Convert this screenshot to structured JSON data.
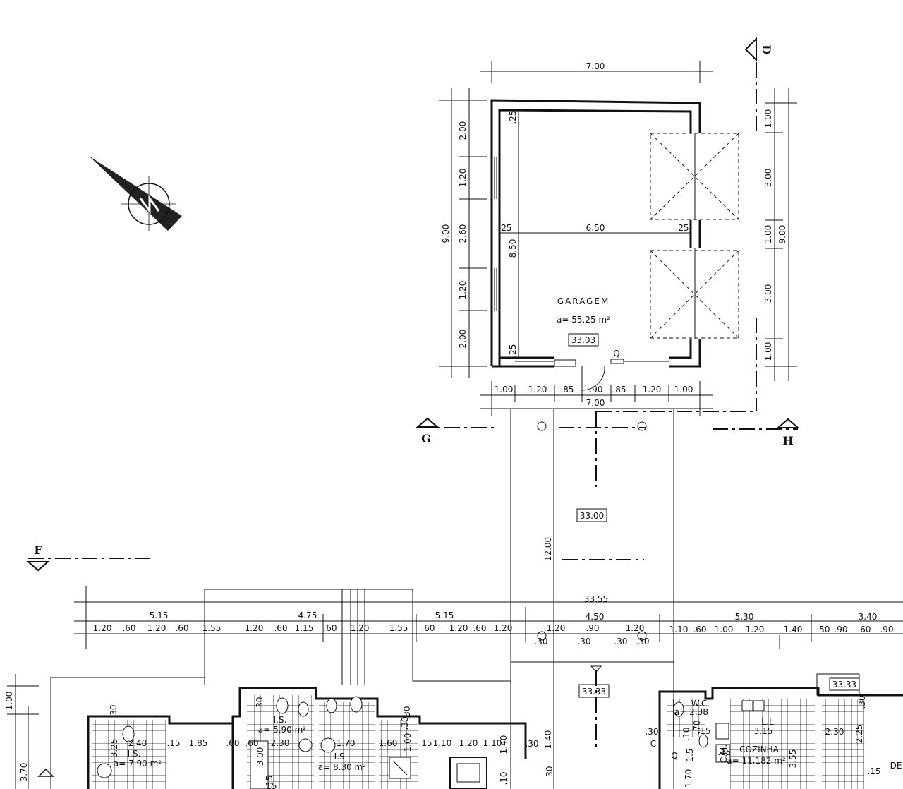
{
  "garage": {
    "name": "GARAGEM",
    "area": "a= 55.25 m²",
    "level": "33.03",
    "door_mark": "Q",
    "dims": {
      "top_width": "7.00",
      "inner_width": "6.50",
      "inner_height": "8.50",
      "wall_top": ".25",
      "wall_bottom": ".25",
      "wall_left": ".25",
      "wall_right": ".25",
      "left_total": "9.00",
      "left_segments": [
        "2.00",
        "1.20",
        "2.60",
        "1.20",
        "2.00"
      ],
      "right_total": "9.00",
      "right_segments": [
        "1.00",
        "3.00",
        "1.00",
        "3.00",
        "1.00"
      ],
      "bottom_segments": [
        "1.00",
        "1.20",
        ".85",
        ".90",
        ".85",
        "1.20",
        "1.00"
      ],
      "bottom_total": "7.00"
    }
  },
  "sections": {
    "d": "D",
    "g": "G",
    "h": "H",
    "f": "F"
  },
  "driveway": {
    "level": "33.00",
    "length": "12.00"
  },
  "house": {
    "overall": "33.55",
    "row1": [
      "5.15",
      "4.75",
      "5.15",
      "4.50",
      "5.30",
      "3.40"
    ],
    "row2": [
      "1.20",
      ".60",
      "1.20",
      ".60",
      "1.55",
      "1.20",
      ".60",
      "1.15",
      ".60",
      "1.20",
      "1.55",
      ".60",
      "1.20",
      ".60",
      "1.20",
      "1.20",
      ".90",
      "1.20",
      "1.10",
      ".60",
      "1.00",
      "1.20",
      "1.40",
      ".50",
      ".90",
      ".60",
      ".90"
    ],
    "col_marks": [
      ".30",
      ".30",
      ".30",
      ".30"
    ],
    "entry_level": "33.33",
    "entry_depth": "1.40",
    "entry_wall": ".30",
    "right_level": "33.33",
    "left_dims": [
      "1.00",
      "3.70"
    ],
    "rooms": {
      "is1": {
        "name": "I.S.",
        "area": "a= 7.90 m²"
      },
      "is2": {
        "name": "I.S.",
        "area": "a= 5.90 m²"
      },
      "is3": {
        "name": "I.S.",
        "area": "a= 8.30 m²"
      },
      "wc": {
        "name": "W.C.",
        "area": "a= 2.38"
      },
      "cozinha": {
        "name": "COZINHA",
        "area": "a= 11.182 m²"
      },
      "ll": {
        "name": "L.L."
      },
      "cm": {
        "name": "C.M."
      },
      "de": {
        "name": "DE"
      }
    },
    "room_dims": [
      "2.40",
      ".15",
      "1.85",
      ".60",
      "2.30",
      ".15",
      ".30",
      "1.70",
      "1.60",
      "1.00",
      ".15",
      "1.10",
      "1.20",
      "1.10",
      "3.25",
      "3.00",
      ".30",
      ".15",
      ".30",
      ".15",
      ".70",
      ".15",
      "3.15",
      "2.30",
      "2.25",
      "3.55",
      ".15",
      ".30",
      ".60",
      ".10",
      "1.70",
      "1.40",
      ".30",
      ".10",
      ".30",
      "1.5",
      ".30",
      "C",
      "Q"
    ]
  }
}
